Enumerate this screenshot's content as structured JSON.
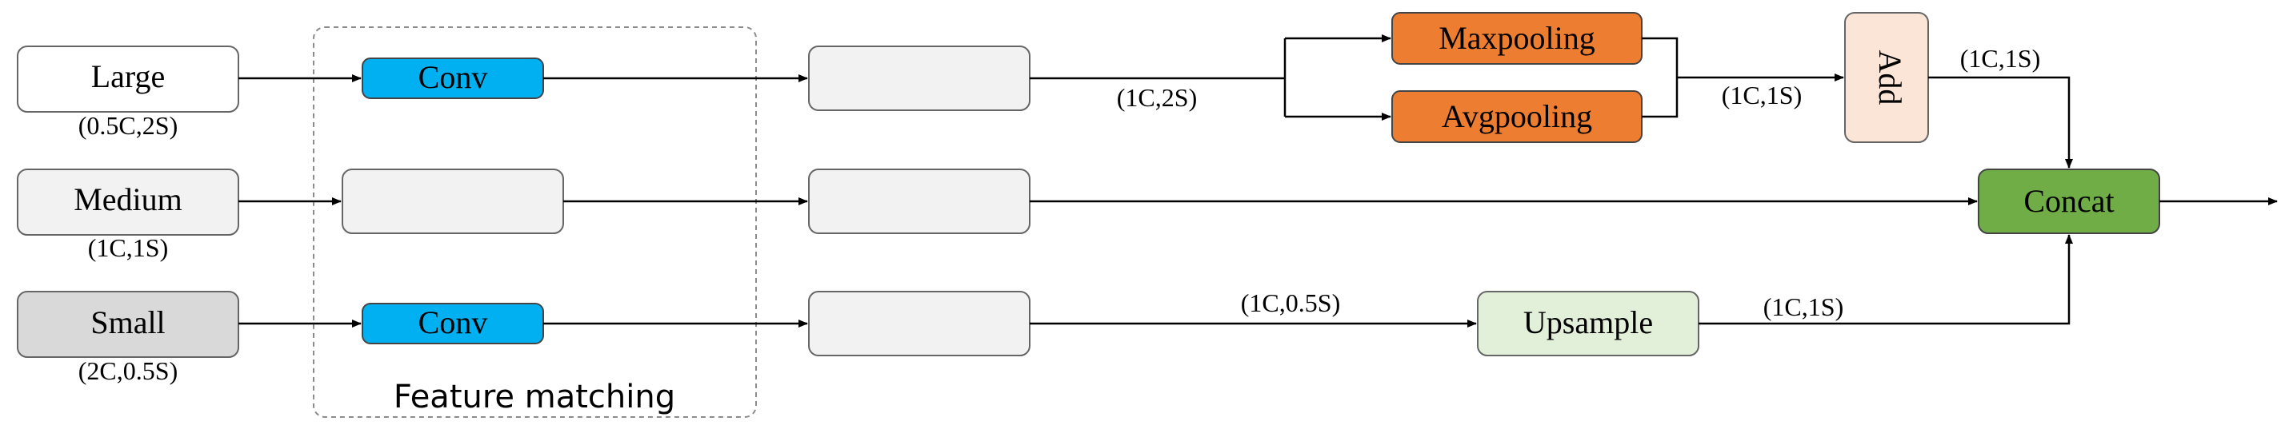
{
  "inputs": {
    "large": {
      "label": "Large",
      "dims": "(0.5C,2S)"
    },
    "medium": {
      "label": "Medium",
      "dims": "(1C,1S)"
    },
    "small": {
      "label": "Small",
      "dims": "(2C,0.5S)"
    }
  },
  "feature_matching": {
    "title": "Feature matching",
    "conv_top": "Conv",
    "conv_bottom": "Conv"
  },
  "edge_labels": {
    "top_after_block": "(1C,2S)",
    "pool_to_add": "(1C,1S)",
    "add_to_concat": "(1C,1S)",
    "bottom_after_block": "(1C,0.5S)",
    "upsample_to_concat": "(1C,1S)"
  },
  "ops": {
    "maxpool": "Maxpooling",
    "avgpool": "Avgpooling",
    "add": "Add",
    "concat": "Concat",
    "upsample": "Upsample"
  },
  "colors": {
    "conv": "#00B0F0",
    "pool": "#ED7D31",
    "add": "#FBE5D6",
    "concat": "#70AD47",
    "upsample": "#E2F0D9",
    "gray_block": "#F2F2F2",
    "small_box": "#D9D9D9"
  }
}
